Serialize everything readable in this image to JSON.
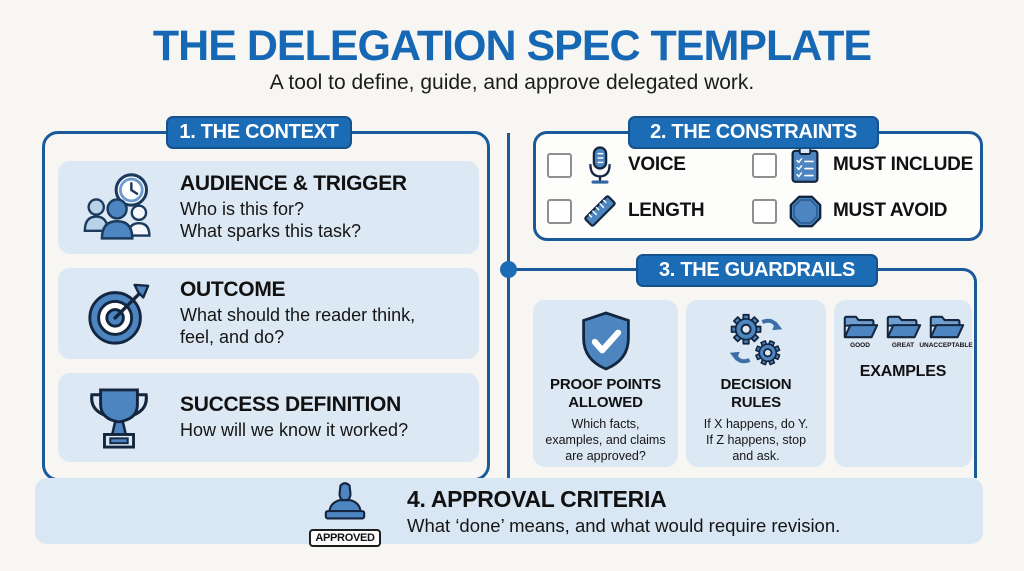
{
  "colors": {
    "accent": "#1b6cb5",
    "line": "#1a5a9a",
    "title_text": "#1668b4",
    "card_bg": "#dce8f3",
    "banner_bg": "#d9e7f4",
    "icon_blue": "#4d85c0"
  },
  "header": {
    "title": "THE DELEGATION SPEC TEMPLATE",
    "subtitle": "A tool to define, guide, and approve delegated work."
  },
  "sections": {
    "context": {
      "label": "1. THE CONTEXT",
      "cards": [
        {
          "icon": "audience-clock-icon",
          "title": "AUDIENCE & TRIGGER",
          "lines": [
            "Who is this for?",
            "What sparks this task?"
          ]
        },
        {
          "icon": "target-arrow-icon",
          "title": "OUTCOME",
          "lines": [
            "What should the reader think,",
            "feel, and do?"
          ]
        },
        {
          "icon": "trophy-icon",
          "title": "SUCCESS DEFINITION",
          "lines": [
            "How will we know it worked?"
          ]
        }
      ]
    },
    "constraints": {
      "label": "2. THE CONSTRAINTS",
      "items": [
        {
          "icon": "microphone-icon",
          "label": "VOICE",
          "checked": false
        },
        {
          "icon": "clipboard-checklist-icon",
          "label": "MUST INCLUDE",
          "checked": false
        },
        {
          "icon": "ruler-icon",
          "label": "LENGTH",
          "checked": false
        },
        {
          "icon": "stop-octagon-icon",
          "label": "MUST AVOID",
          "checked": false
        }
      ]
    },
    "guardrails": {
      "label": "3. THE GUARDRAILS",
      "cards": [
        {
          "icon": "shield-check-icon",
          "title_lines": [
            "PROOF POINTS",
            "ALLOWED"
          ],
          "lines": [
            "Which facts,",
            "examples, and claims",
            "are approved?"
          ]
        },
        {
          "icon": "gears-arrows-icon",
          "title_lines": [
            "DECISION",
            "RULES"
          ],
          "lines": [
            "If X happens, do Y.",
            "If Z happens, stop",
            "and ask."
          ]
        },
        {
          "icon": "folders-icon",
          "title_lines": [
            "EXAMPLES"
          ],
          "lines": [],
          "folders": [
            "GOOD",
            "GREAT",
            "UNACCEPTABLE"
          ]
        }
      ]
    },
    "approval": {
      "label": "4. APPROVAL CRITERIA",
      "description": "What ‘done’ means, and what would require revision.",
      "stamp_label": "APPROVED"
    }
  }
}
